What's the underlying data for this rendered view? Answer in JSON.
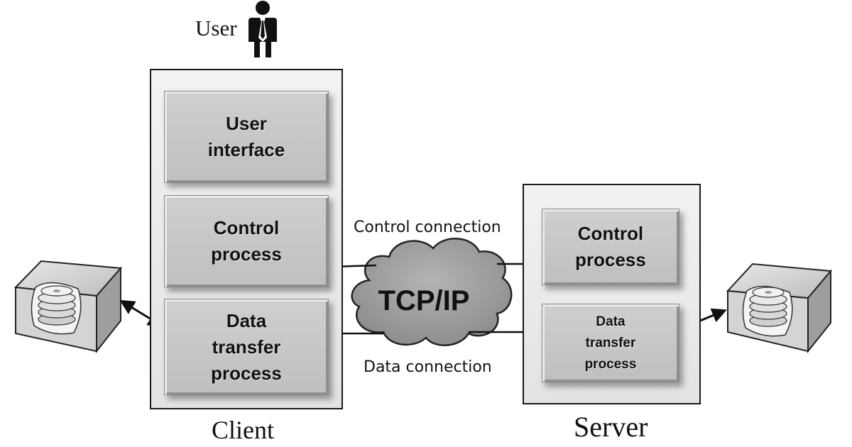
{
  "user": {
    "label": "User"
  },
  "client": {
    "label": "Client",
    "blocks": {
      "user_interface": "User\ninterface",
      "control_process": "Control\nprocess",
      "data_transfer_process": "Data\ntransfer\nprocess"
    }
  },
  "server": {
    "label": "Server",
    "blocks": {
      "control_process": "Control\nprocess",
      "data_transfer_process": "Data\ntransfer\nprocess"
    }
  },
  "connections": {
    "control": "Control connection",
    "data": "Data connection"
  },
  "network": {
    "label": "TCP/IP"
  },
  "icons": {
    "user": "person-icon",
    "client_storage": "disk-storage-icon",
    "server_storage": "disk-storage-icon",
    "network": "cloud-icon"
  }
}
